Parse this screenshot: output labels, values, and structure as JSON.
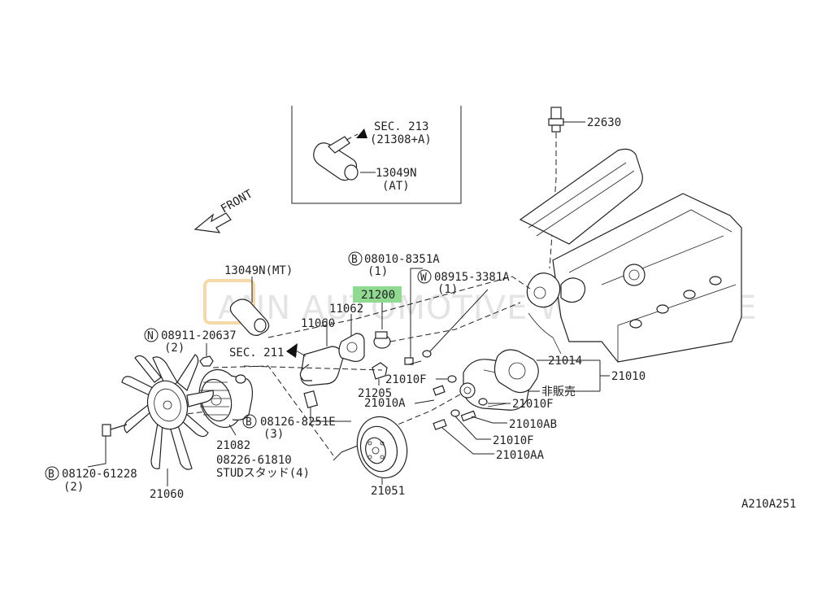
{
  "diagram_code": "A210A251",
  "watermark": "ANN AUTOMOTIVE WAREHOUSE",
  "front_label": "FRONT",
  "inset": {
    "sec_ref": "SEC. 213",
    "sec_ref_part": "(21308+A)",
    "part_no": "13049N",
    "part_note": "(AT)"
  },
  "highlight_color": "#90d990",
  "labels": {
    "p22630": "22630",
    "p13049n_mt": "13049N(MT)",
    "p08010": "08010-8351A",
    "p08010_qty": "(1)",
    "p08915": "08915-3381A",
    "p08915_qty": "(1)",
    "p21200": "21200",
    "p11062": "11062",
    "p11060": "11060",
    "p08911": "08911-20637",
    "p08911_qty": "(2)",
    "sec211": "SEC. 211",
    "p21014": "21014",
    "p21010": "21010",
    "p21010f_a": "21010F",
    "p21010a": "21010A",
    "p21205": "21205",
    "hihanbai": "非販売",
    "p21010f_b": "21010F",
    "p08126": "08126-8251E",
    "p08126_qty": "(3)",
    "p21010ab": "21010AB",
    "p21082": "21082",
    "p21010f_c": "21010F",
    "p08226": "08226-61810",
    "stud": "STUDスタッド(4)",
    "p21010aa": "21010AA",
    "p08120": "08120-61228",
    "p08120_qty": "(2)",
    "p21051": "21051",
    "p21060": "21060"
  },
  "circle_letters": {
    "b1": "B",
    "w1": "W",
    "n1": "N",
    "b2": "B",
    "b3": "B"
  }
}
